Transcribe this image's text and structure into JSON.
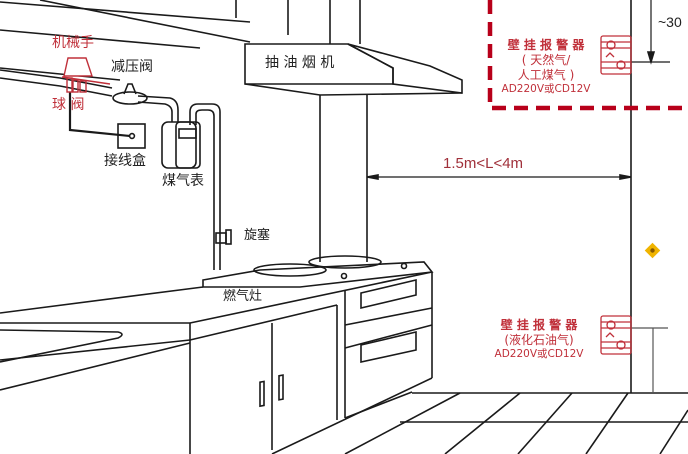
{
  "diagram": {
    "title": "Kitchen gas alarm installation diagram",
    "colors": {
      "line": "#1a1a1a",
      "accent_red": "#c0303a",
      "dash_red": "#b8001a",
      "warning_yellow": "#f0b400"
    },
    "labels": {
      "robot_arm": "机械手",
      "ball_valve": "球 阀",
      "pressure_valve": "减压阀",
      "junction_box": "接线盒",
      "gas_meter": "煤气表",
      "range_hood": "抽 油 烟 机",
      "plug_valve": "旋塞",
      "gas_stove": "燃气灶"
    },
    "dimension": {
      "distance": "1.5m<L<4m",
      "height": "~30"
    },
    "alarm_top": {
      "title": "壁 挂 报 警 器",
      "type_line1": "( 天然气/",
      "type_line2": "人工煤气 )",
      "power": "AD220V或CD12V"
    },
    "alarm_bottom": {
      "title": "壁 挂 报 警 器",
      "type_line1": "(液化石油气)",
      "power": "AD220V或CD12V"
    }
  }
}
